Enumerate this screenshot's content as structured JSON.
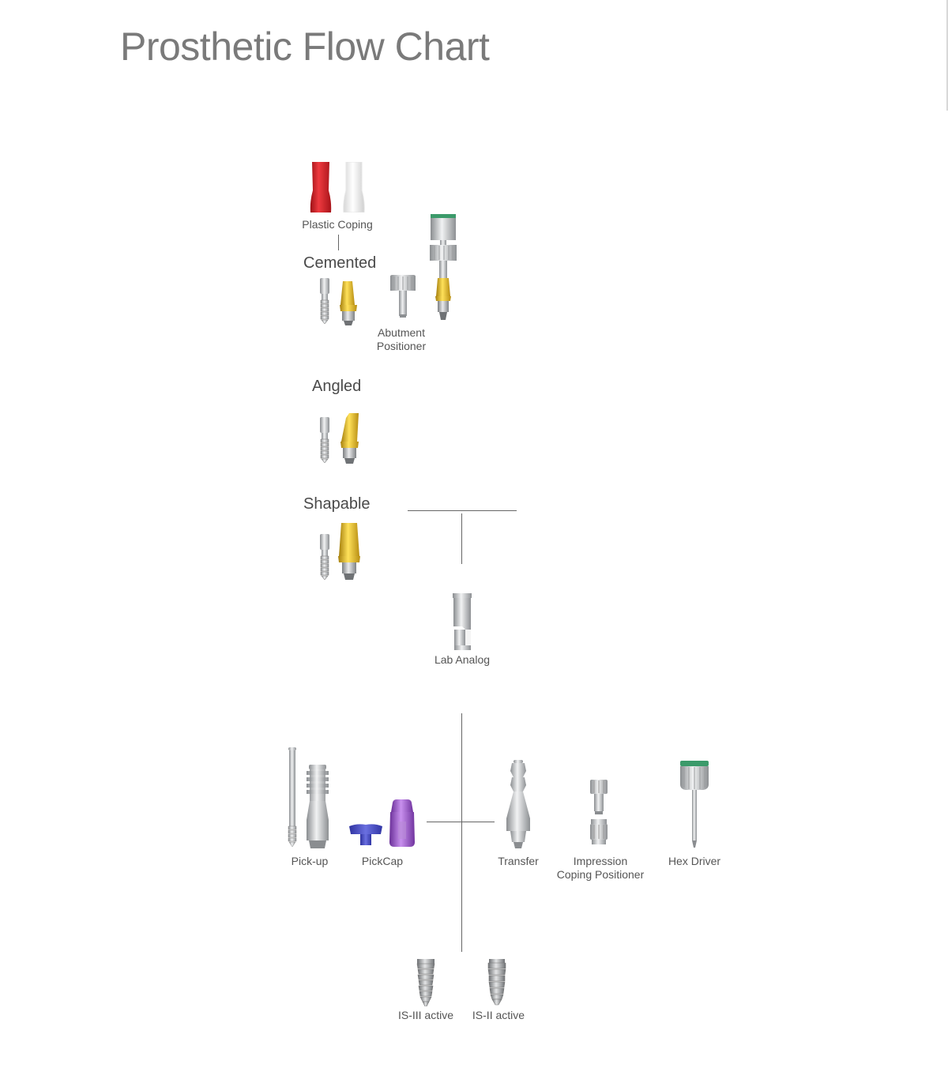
{
  "title": "Prosthetic Flow Chart",
  "sections": {
    "cemented": "Cemented",
    "angled": "Angled",
    "shapable": "Shapable"
  },
  "components": {
    "plastic_coping": "Plastic Coping",
    "abutment_positioner": "Abutment\nPositioner",
    "lab_analog": "Lab Analog",
    "pick_up": "Pick-up",
    "pickcap": "PickCap",
    "transfer": "Transfer",
    "impression_coping_positioner": "Impression\nCoping Positioner",
    "hex_driver": "Hex Driver",
    "is3_active": "IS-III active",
    "is2_active": "IS-II active"
  },
  "colors": {
    "red_coping": "#d8232a",
    "gold": "#e0b520",
    "titanium": "#c9ccce",
    "purple": "#9b59c6",
    "blue": "#4a4fc0",
    "green_ring": "#3b9a6a"
  }
}
